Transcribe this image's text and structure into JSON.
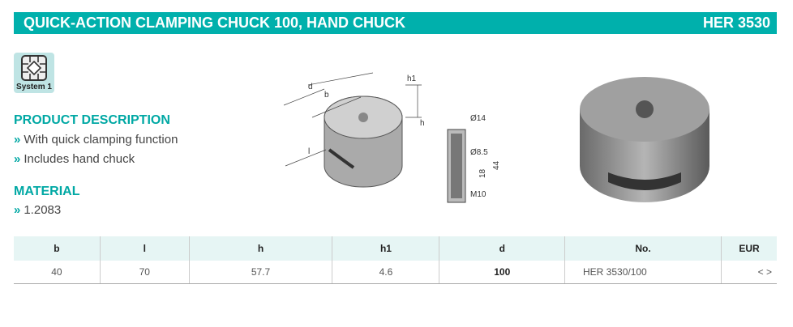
{
  "header": {
    "title": "QUICK-ACTION CLAMPING CHUCK 100, HAND CHUCK",
    "code": "HER 3530"
  },
  "system_badge": "System 1",
  "product_description": {
    "heading": "PRODUCT DESCRIPTION",
    "items": [
      "With quick clamping function",
      "Includes hand chuck"
    ]
  },
  "material": {
    "heading": "MATERIAL",
    "items": [
      "1.2083"
    ]
  },
  "bullet": "»",
  "drawing_labels": {
    "d": "d",
    "b": "b",
    "h1": "h1",
    "h": "h",
    "l": "l",
    "dia14": "Ø14",
    "dia85": "Ø8.5",
    "d18": "18",
    "d44": "44",
    "m10": "M10"
  },
  "table": {
    "headers": [
      "b",
      "l",
      "h",
      "h1",
      "d",
      "No.",
      "EUR"
    ],
    "rows": [
      [
        "40",
        "70",
        "57.7",
        "4.6",
        "100",
        "HER 3530/100",
        "< >"
      ]
    ]
  },
  "colors": {
    "accent": "#00b0ac"
  }
}
